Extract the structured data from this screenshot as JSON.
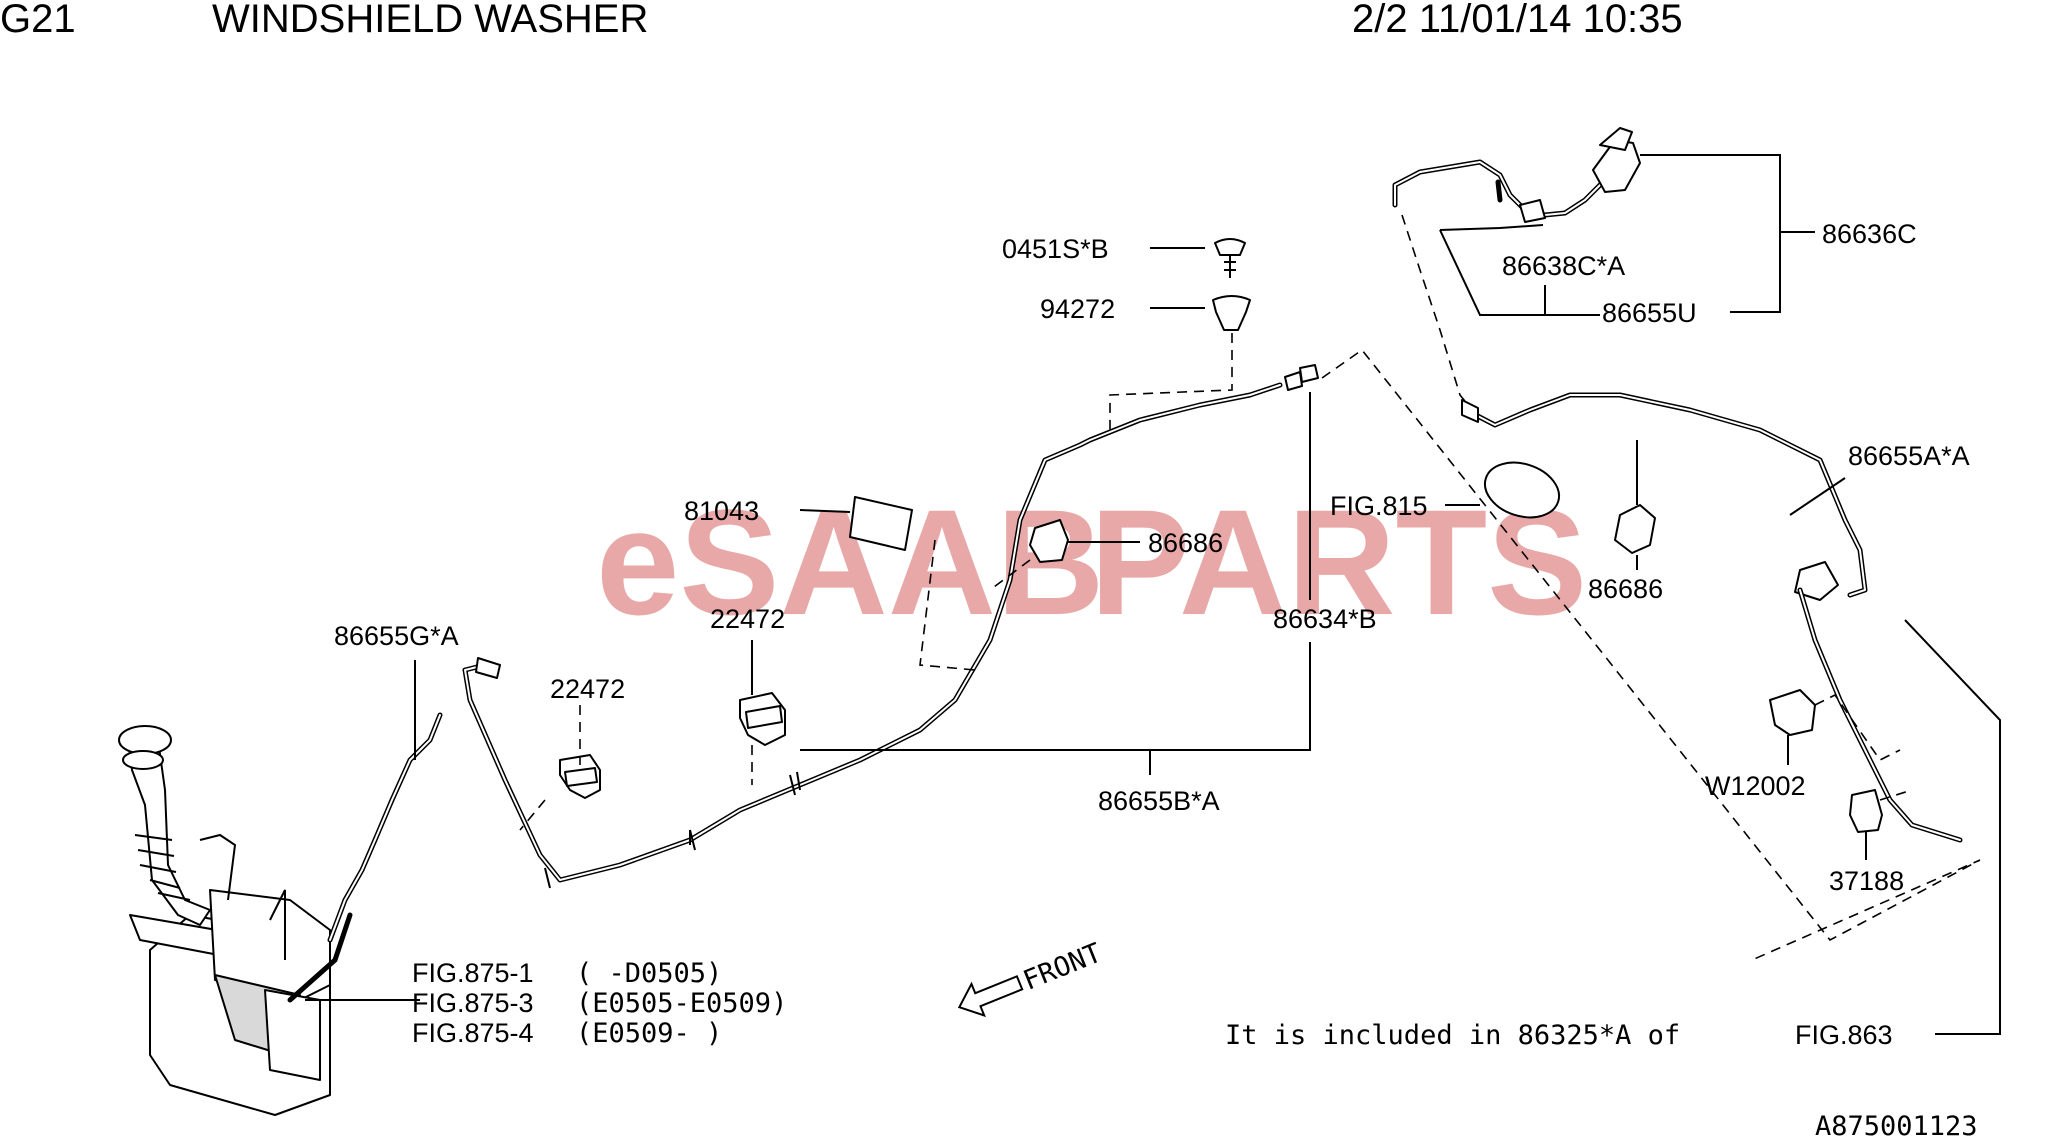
{
  "header": {
    "code": "G21",
    "title": "WINDSHIELD WASHER",
    "page_info": "2/2 11/01/14 10:35"
  },
  "watermark": {
    "part1": "eSAAB",
    "part2": "PARTS"
  },
  "callouts": {
    "p0451s_b": "0451S*B",
    "p94272": "94272",
    "p81043": "81043",
    "p86686_center": "86686",
    "p22472_upper": "22472",
    "p22472_lower": "22472",
    "p86655g_a": "86655G*A",
    "p86634_b": "86634*B",
    "p86655b_a": "86655B*A",
    "fig815": "FIG.815",
    "p86636c": "86636C",
    "p86638c_a": "86638C*A",
    "p86655u": "86655U",
    "p86655a_a": "86655A*A",
    "p86686_right": "86686",
    "w12002": "W12002",
    "p37188": "37188"
  },
  "fig_refs": [
    {
      "fig": "FIG.875-1",
      "range": "(  -D0505)"
    },
    {
      "fig": "FIG.875-3",
      "range": "(E0505-E0509)"
    },
    {
      "fig": "FIG.875-4",
      "range": "(E0509-  )"
    }
  ],
  "front_label": "FRONT",
  "note": {
    "text": "It is included in 86325*A of",
    "fig": "FIG.863"
  },
  "diagram_id": "A875001123"
}
